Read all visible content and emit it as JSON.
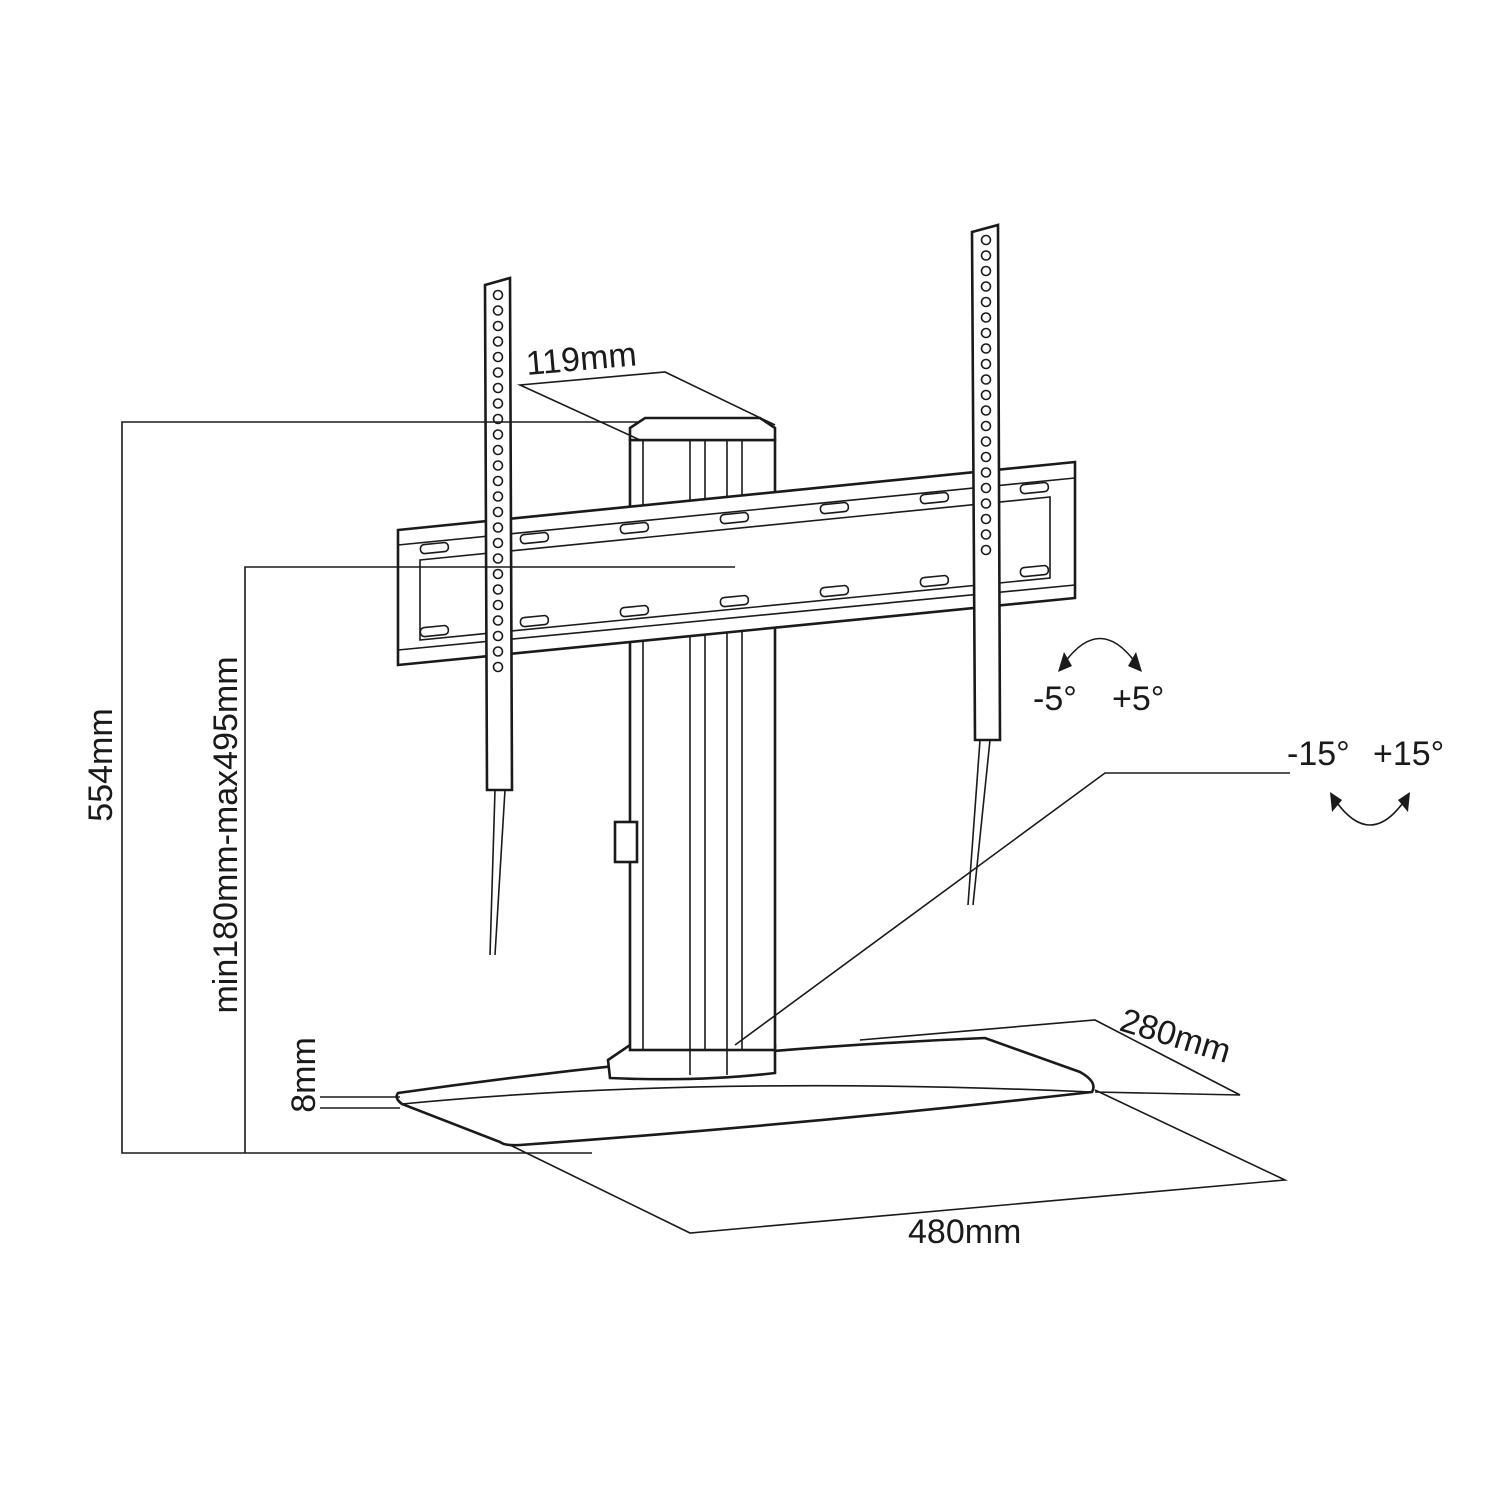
{
  "dimensions": {
    "arm_depth": "119mm",
    "total_height": "554mm",
    "height_range": "min180mm-max495mm",
    "base_thickness": "8mm",
    "base_depth": "280mm",
    "base_width": "480mm"
  },
  "tilt": {
    "minus": "-5°",
    "plus": "+5°"
  },
  "swivel": {
    "minus": "-15°",
    "plus": "+15°"
  },
  "colors": {
    "line": "#1a1a1a",
    "background": "#ffffff"
  }
}
